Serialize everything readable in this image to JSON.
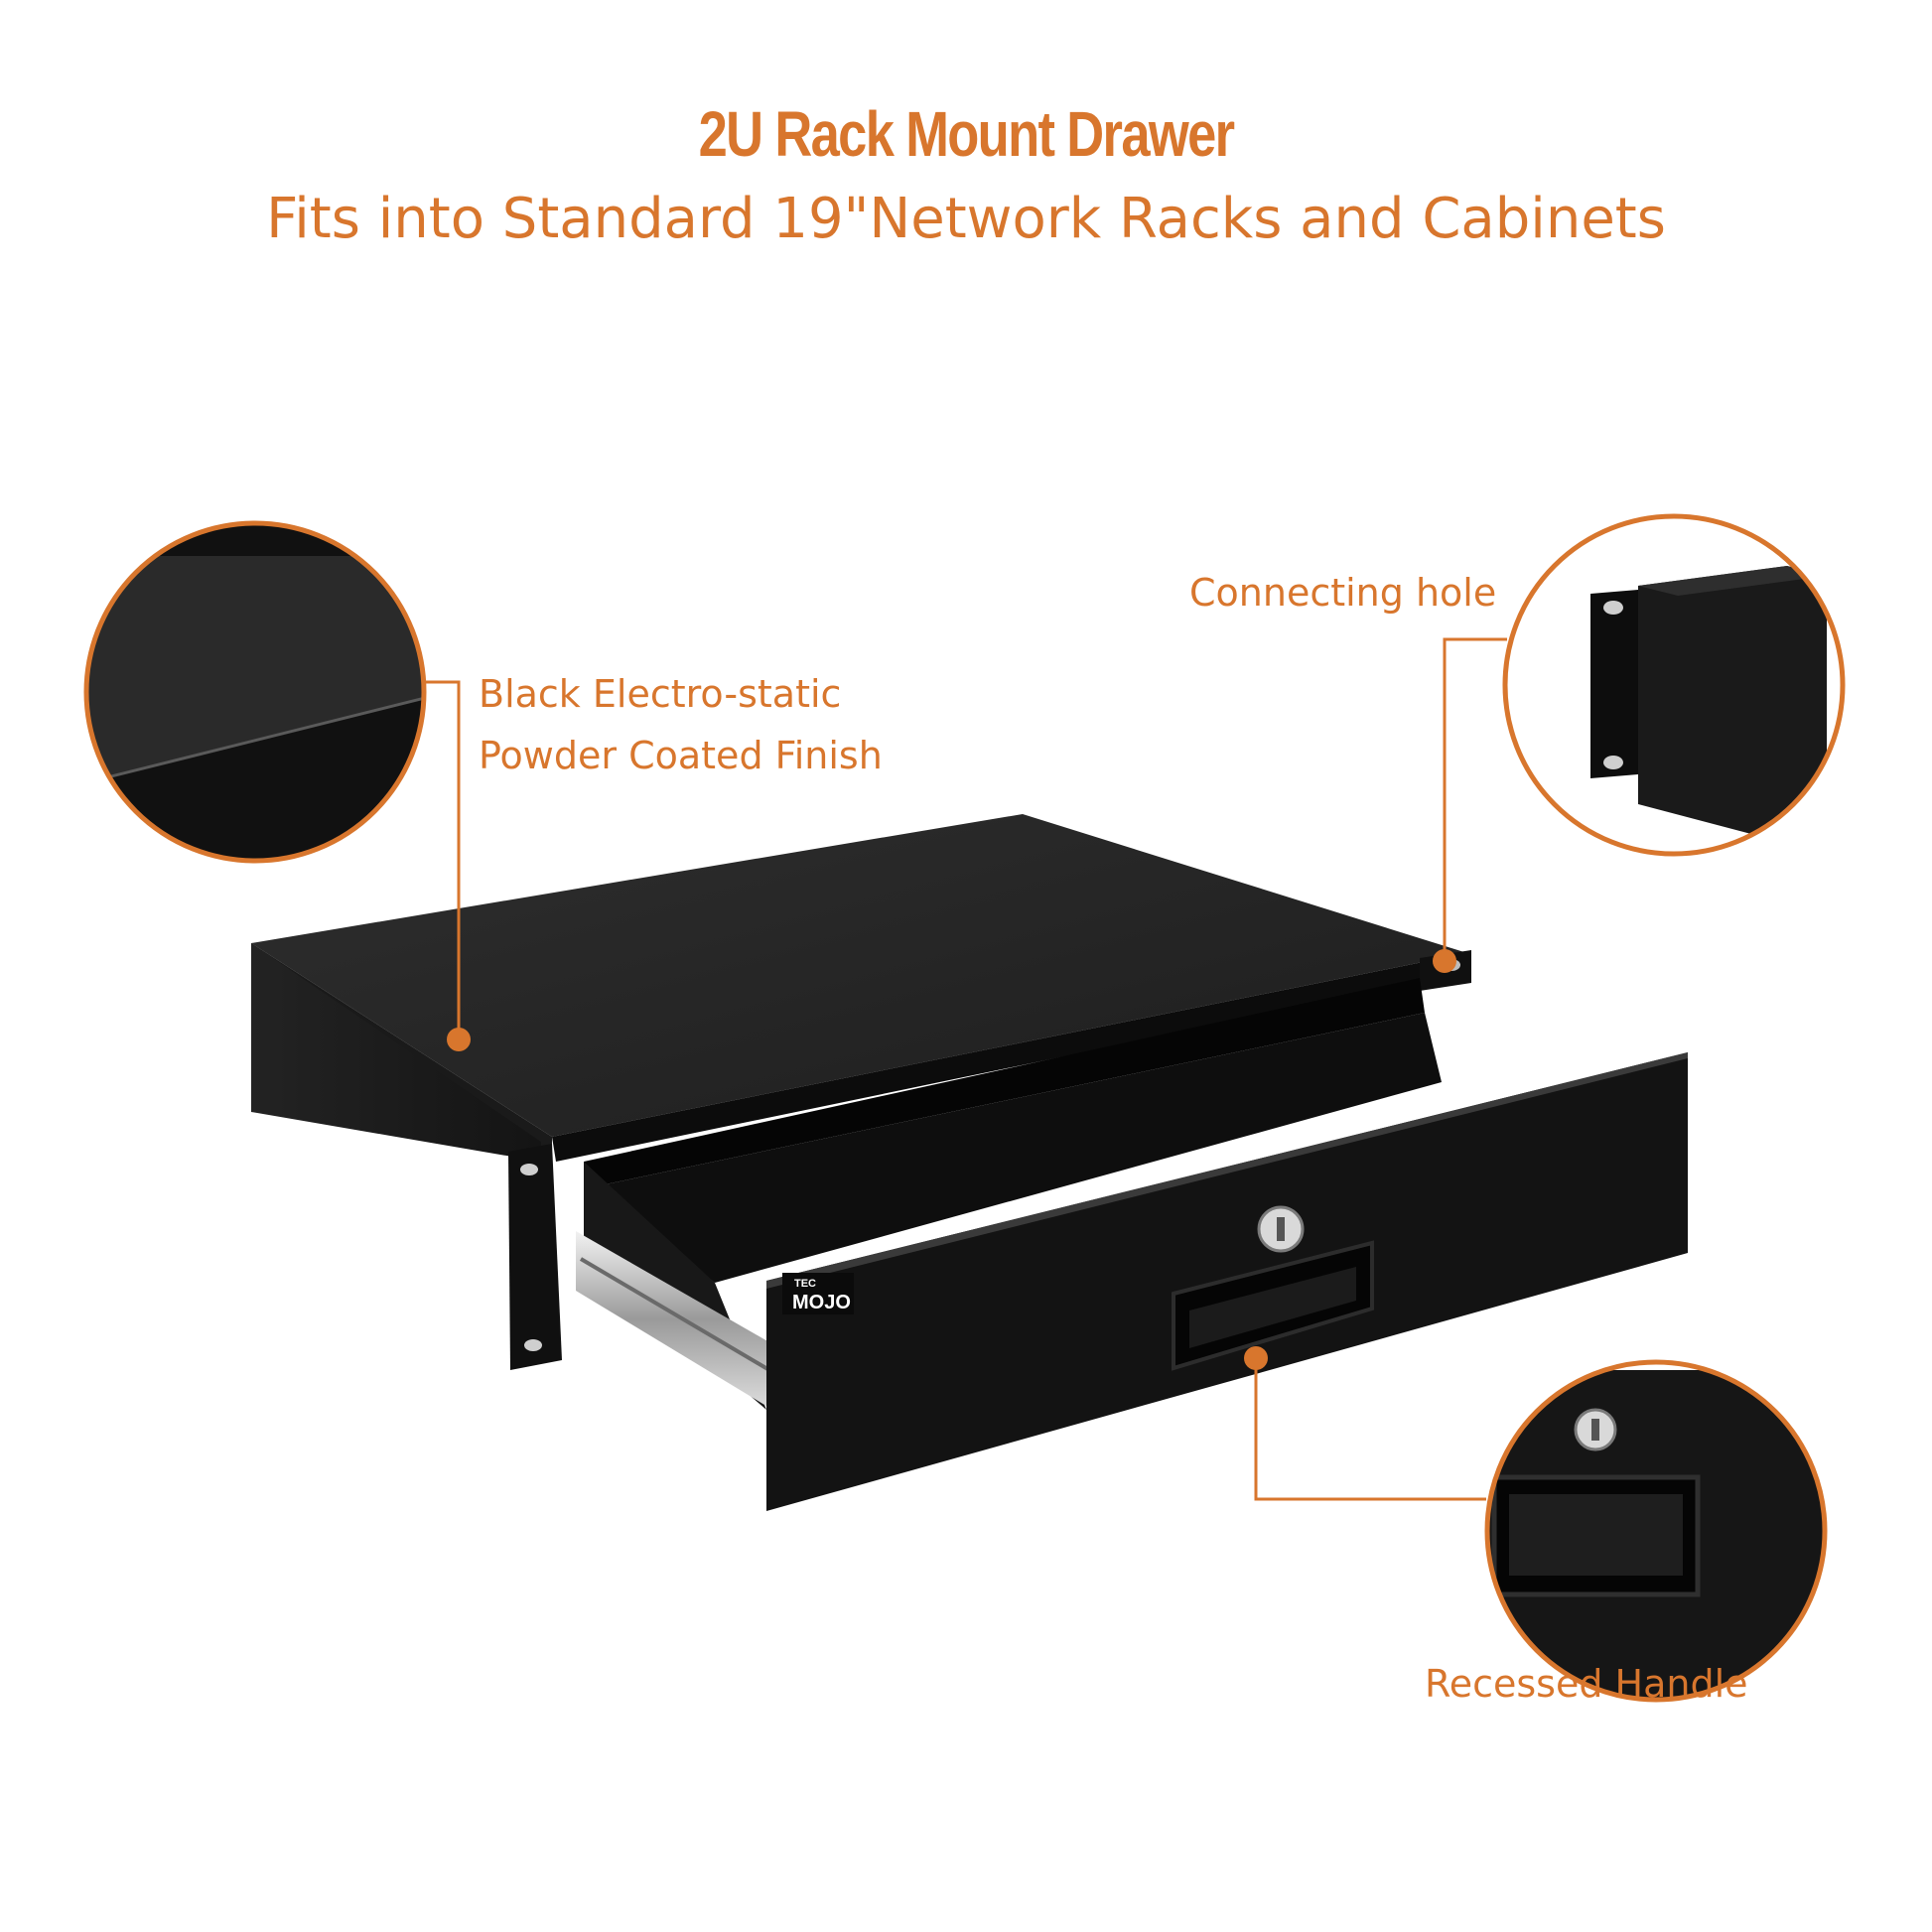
{
  "header": {
    "title": "2U Rack Mount Drawer",
    "subtitle": "Fits into Standard 19\"Network Racks and Cabinets"
  },
  "callouts": {
    "finish_line1": "Black Electro-static",
    "finish_line2": "Powder Coated Finish",
    "hole": "Connecting hole",
    "handle": "Recessed Handle"
  },
  "brand": {
    "logo_small": "TEC",
    "logo_main": "MOJO"
  },
  "colors": {
    "accent": "#d8762d",
    "product": "#141414"
  }
}
